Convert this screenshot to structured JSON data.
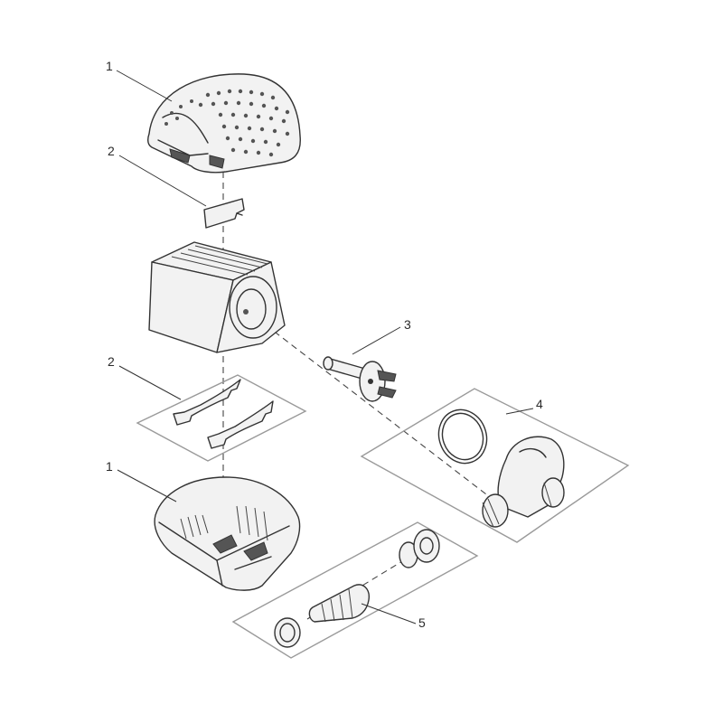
{
  "callouts": {
    "top_cover": "1",
    "top_bracket": "2",
    "shaft": "3",
    "outlet": "4",
    "bracket_pair": "2",
    "bottom_housing": "1",
    "hose_adapter": "5"
  }
}
